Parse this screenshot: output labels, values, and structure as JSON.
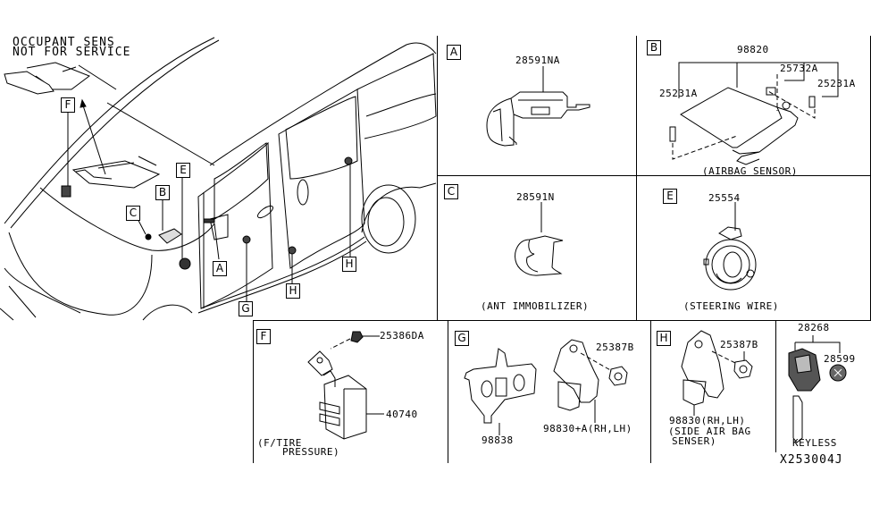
{
  "overview": {
    "note_line1": "OCCUPANT SENS",
    "note_line2": "NOT FOR SERVICE",
    "callouts": [
      "F",
      "E",
      "B",
      "C",
      "A",
      "G",
      "H",
      "H"
    ]
  },
  "panels": {
    "A": {
      "key": "A",
      "part": "28591NA"
    },
    "B": {
      "key": "B",
      "part_main": "98820",
      "part_bolt_left": "25231A",
      "part_bolt_mid": "25732A",
      "part_bolt_right": "25231A",
      "caption": "(AIRBAG SENSOR)"
    },
    "C": {
      "key": "C",
      "part": "28591N",
      "caption": "(ANT IMMOBILIZER)"
    },
    "E": {
      "key": "E",
      "part": "25554",
      "caption": "(STEERING WIRE)"
    },
    "F": {
      "key": "F",
      "part_bolt": "25386DA",
      "part_main": "40740",
      "caption_line1": "(F/TIRE",
      "caption_line2": "PRESSURE)"
    },
    "G": {
      "key": "G",
      "part_bracket": "98838",
      "part_nut": "25387B",
      "part_sensor": "98830+A(RH,LH)"
    },
    "H": {
      "key": "H",
      "part_nut": "25387B",
      "part_sensor": "98830(RH,LH)",
      "caption_line1": "(SIDE AIR BAG",
      "caption_line2": "SENSER)"
    },
    "keyless": {
      "part_key": "28268",
      "part_battery": "28599",
      "caption": "KEYLESS"
    }
  },
  "diagram_id": "X253004J"
}
